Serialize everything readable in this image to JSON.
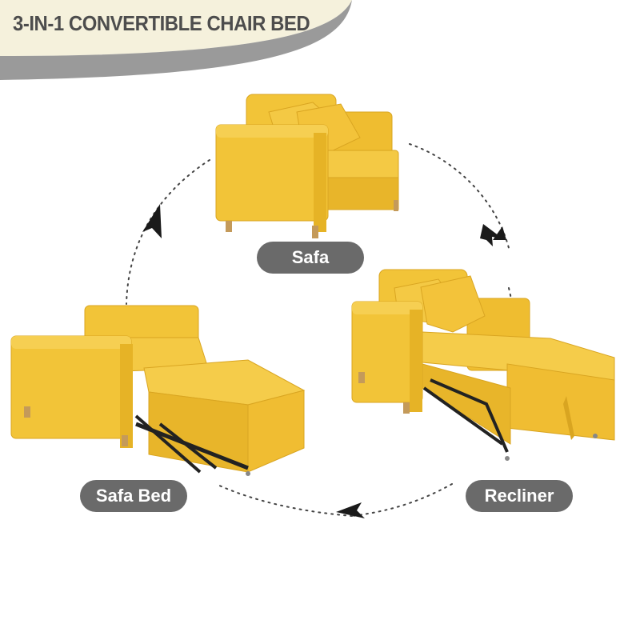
{
  "title": "3-IN-1 CONVERTIBLE CHAIR BED",
  "labels": {
    "sofa": "Safa",
    "sofa_bed": "Safa Bed",
    "recliner": "Recliner"
  },
  "colors": {
    "fabric": "#f2c438",
    "fabric_dark": "#d9a521",
    "pill": "#6a6a6a",
    "banner_light": "#f5f1dc",
    "banner_grey": "#9a9a9a",
    "title_text": "#4d4d4d"
  },
  "icons": [
    "cycle-arrow-icon"
  ]
}
